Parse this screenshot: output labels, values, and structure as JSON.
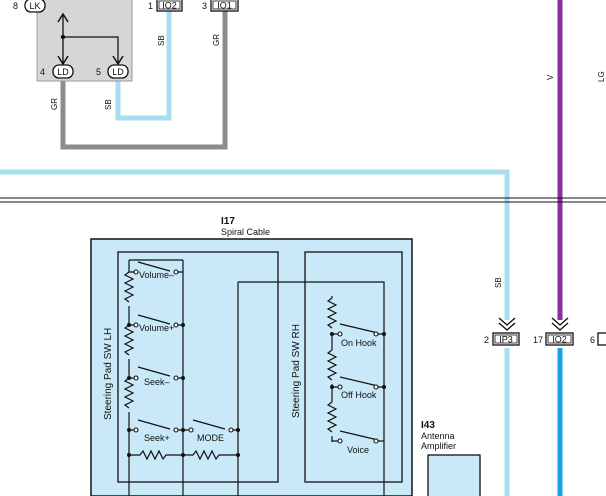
{
  "colors": {
    "wire_sb": "#a8dcf2",
    "wire_blue": "#1aa3e3",
    "wire_gray": "#8c8c8c",
    "wire_violet": "#8a2e9e",
    "box_fill": "#c9e9f8",
    "connector_fill": "#d6d6d6",
    "line": "#111111"
  },
  "top_connector": {
    "pins": [
      {
        "num": "8",
        "label": "LK"
      },
      {
        "num": "4",
        "label": "LD"
      },
      {
        "num": "5",
        "label": "LD"
      }
    ]
  },
  "top_terminals": [
    {
      "num": "1",
      "label": "IO2"
    },
    {
      "num": "3",
      "label": "IO1"
    }
  ],
  "wire_labels": {
    "top_sb": "SB",
    "top_gr": "GR",
    "left_gr": "GR",
    "left_sb": "SB",
    "right_v": "V",
    "right_lg": "LG",
    "mid_sb": "SB"
  },
  "spiral_cable": {
    "code": "I17",
    "name": "Spiral Cable"
  },
  "lh_pad": {
    "title": "Steering Pad SW LH",
    "switches": [
      "Volume–",
      "Volume+",
      "Seek–",
      "Seek+",
      "MODE"
    ]
  },
  "rh_pad": {
    "title": "Steering Pad SW RH",
    "switches": [
      "On Hook",
      "Off Hook",
      "Voice"
    ]
  },
  "bottom_terminals": [
    {
      "num": "2",
      "label": "IP3"
    },
    {
      "num": "17",
      "label": "IO2"
    },
    {
      "num": "6",
      "label": ""
    }
  ],
  "amplifier": {
    "code": "I43",
    "name_line1": "Antenna",
    "name_line2": "Amplifier"
  }
}
